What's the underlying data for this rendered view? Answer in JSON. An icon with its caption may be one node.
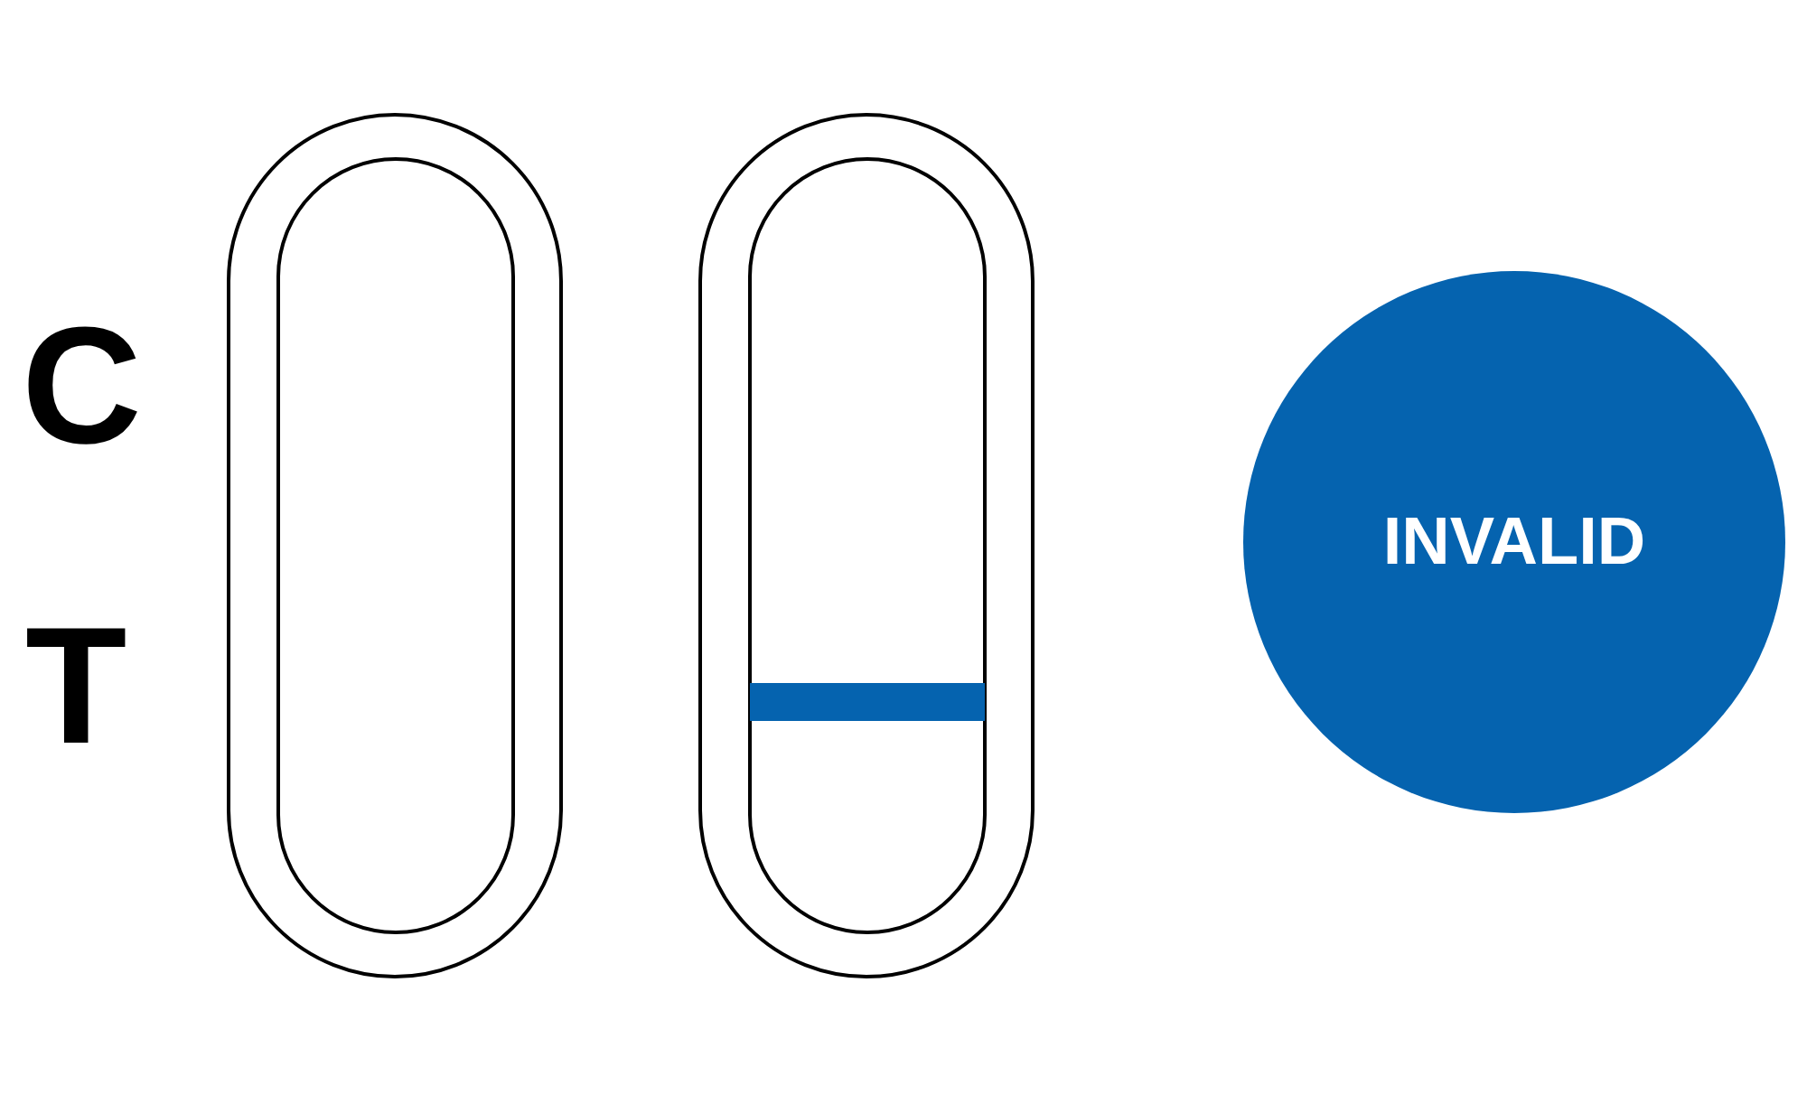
{
  "diagram": {
    "nodes": [
      {
        "text": [
          "INVALID"
        ]
      }
    ],
    "labels": [
      "C",
      "T"
    ]
  }
}
